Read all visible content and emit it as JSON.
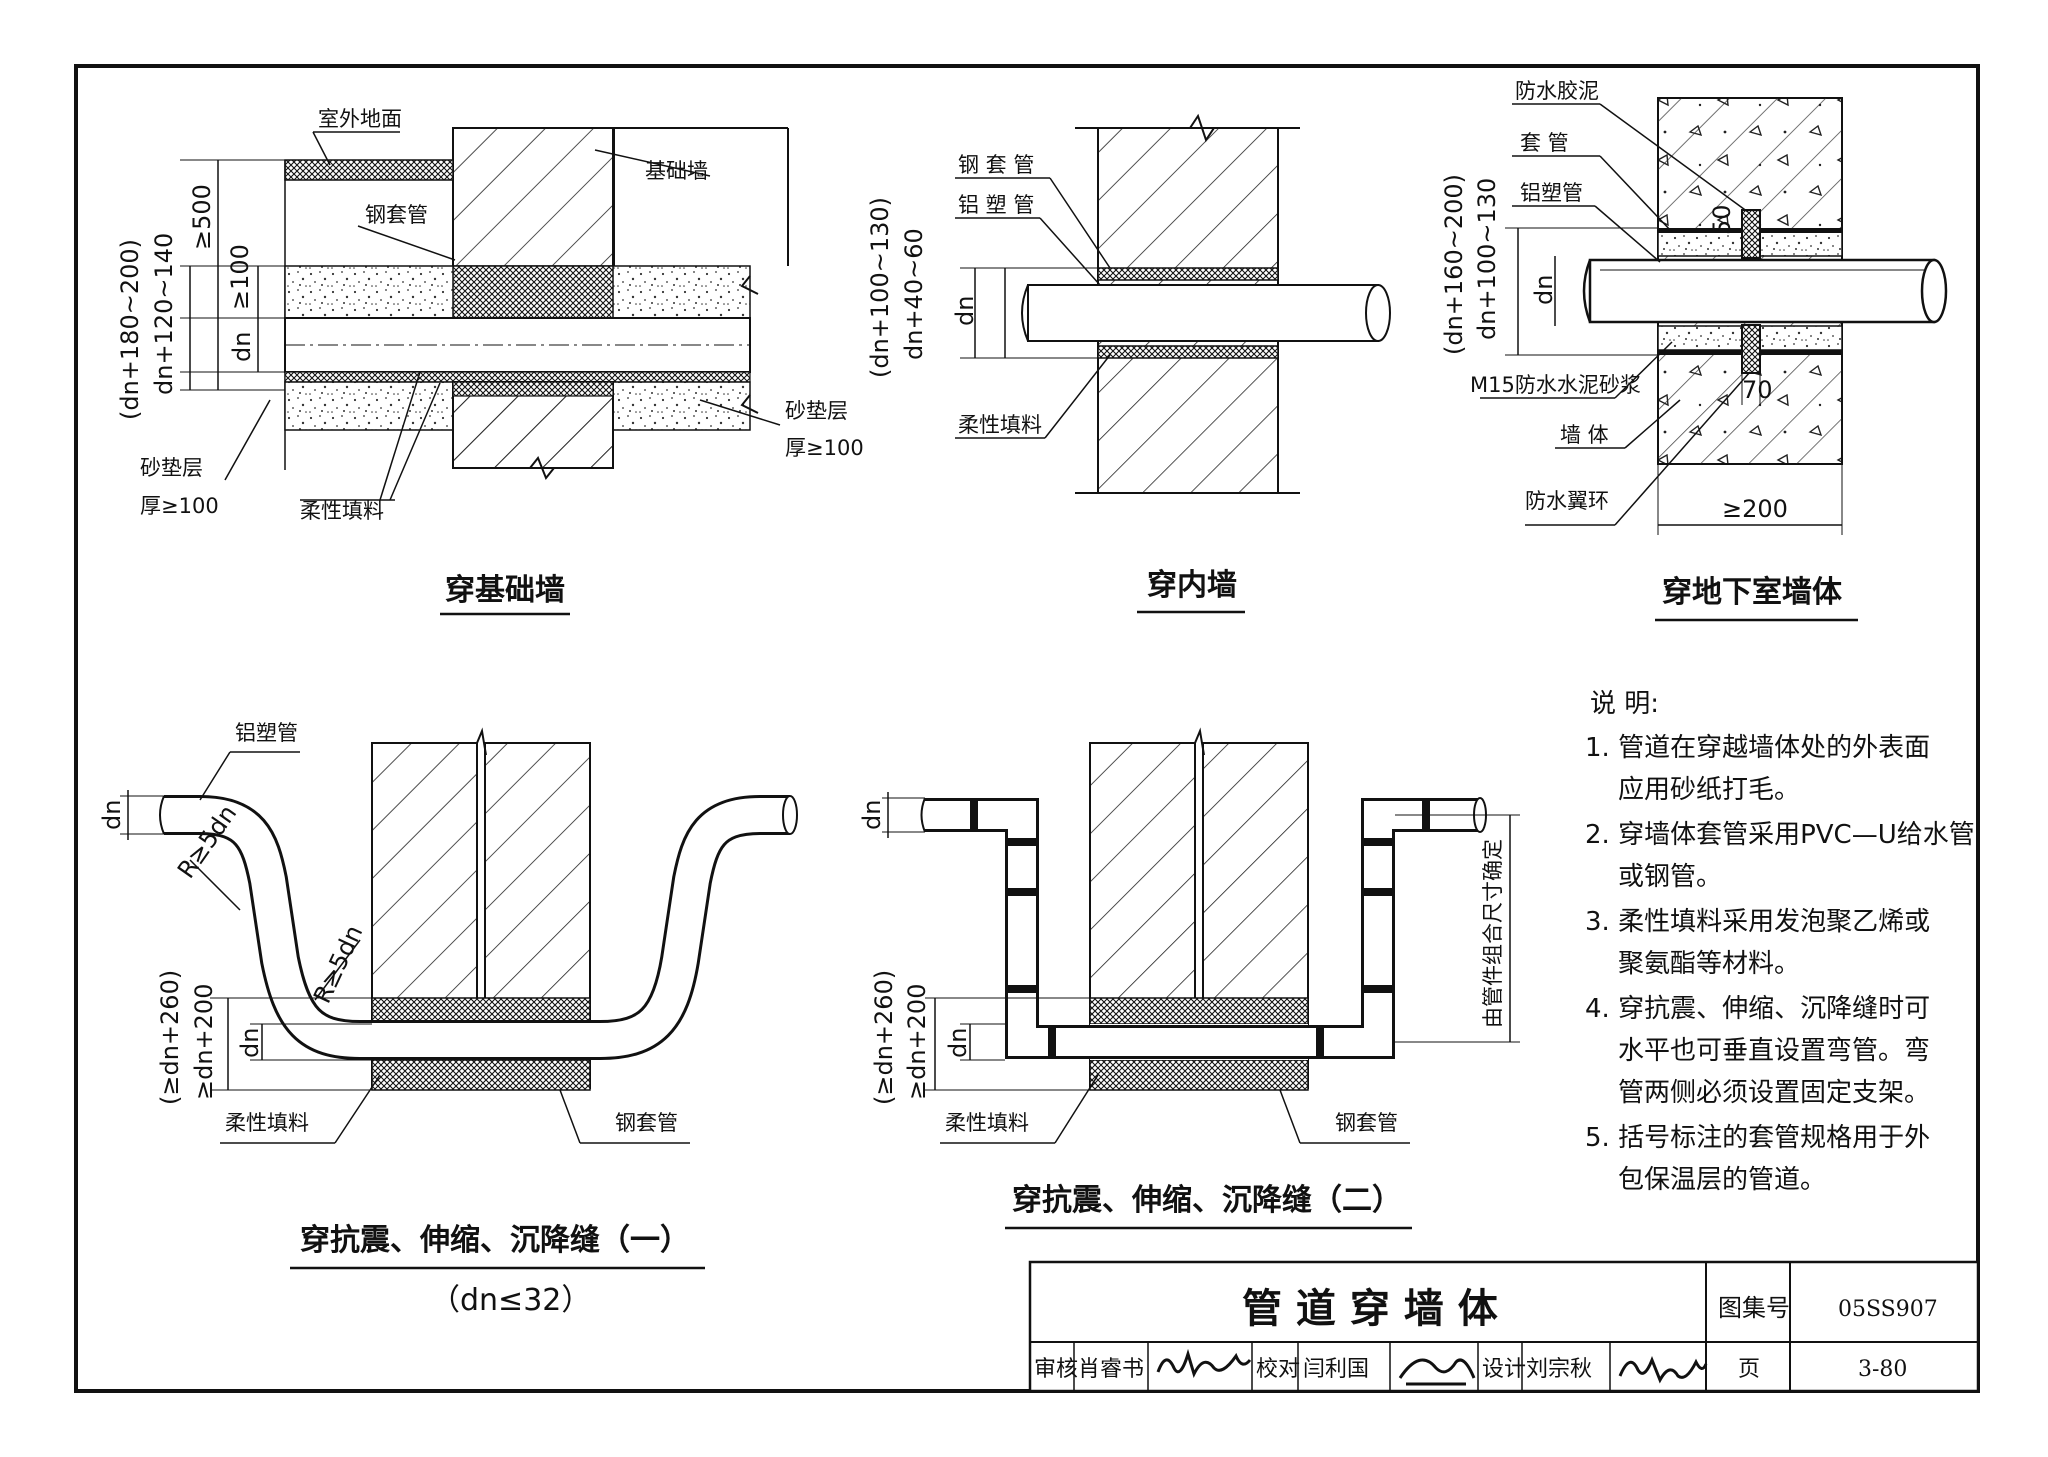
{
  "views": {
    "foundation_wall": {
      "title": "穿基础墙",
      "labels": {
        "outdoor_ground": "室外地面",
        "foundation_wall": "基础墙",
        "steel_sleeve": "钢套管",
        "sand_bed_right": "砂垫层",
        "thickness_right": "厚≥100",
        "sand_bed_left": "砂垫层",
        "thickness_left": "厚≥100",
        "flexible_filler": "柔性填料"
      },
      "dims": {
        "ge500": "≥500",
        "ge100": "≥100",
        "dn": "dn",
        "outer": "(dn+180~200)",
        "inner": "dn+120~140"
      }
    },
    "interior_wall": {
      "title": "穿内墙",
      "labels": {
        "steel_sleeve": "钢 套 管",
        "al_plastic_pipe": "铝 塑 管",
        "flexible_filler": "柔性填料"
      },
      "dims": {
        "outer": "(dn+100~130)",
        "inner": "dn+40~60",
        "dn": "dn"
      }
    },
    "basement_wall": {
      "title": "穿地下室墙体",
      "labels": {
        "waterproof_mastic": "防水胶泥",
        "sleeve": "套 管",
        "al_plastic_pipe": "铝塑管",
        "m15_mortar": "M15防水水泥砂浆",
        "wall": "墙 体",
        "waterproof_ring": "防水翼环"
      },
      "dims": {
        "outer": "(dn+160~200)",
        "inner": "dn+100~130",
        "dn": "dn",
        "d50": "50",
        "d70": "70",
        "ge200": "≥200"
      }
    },
    "seismic_joint_1": {
      "title": "穿抗震、伸缩、沉降缝（一）",
      "subtitle": "（dn≤32）",
      "labels": {
        "al_plastic_pipe": "铝塑管",
        "flexible_filler": "柔性填料",
        "steel_sleeve": "钢套管"
      },
      "dims": {
        "dn_top": "dn",
        "r1": "R≥5dn",
        "r2": "R≥5dn",
        "outer": "(≥dn+260)",
        "inner": "≥dn+200",
        "dn": "dn"
      }
    },
    "seismic_joint_2": {
      "title": "穿抗震、伸缩、沉降缝（二）",
      "labels": {
        "flexible_filler": "柔性填料",
        "steel_sleeve": "钢套管",
        "fitting_note": "由管件组合尺寸确定"
      },
      "dims": {
        "dn_top": "dn",
        "outer": "(≥dn+260)",
        "inner": "≥dn+200",
        "dn": "dn"
      }
    }
  },
  "notes": {
    "heading": "说  明:",
    "items": [
      "1. 管道在穿越墙体处的外表面",
      "    应用砂纸打毛。",
      "2. 穿墙体套管采用PVC—U给水管",
      "    或钢管。",
      "3. 柔性填料采用发泡聚乙烯或",
      "    聚氨酯等材料。",
      "4. 穿抗震、伸缩、沉降缝时可",
      "    水平也可垂直设置弯管。弯",
      "    管两侧必须设置固定支架。",
      "5. 括号标注的套管规格用于外",
      "    包保温层的管道。"
    ]
  },
  "title_block": {
    "drawing_title": "管 道 穿 墙 体",
    "atlas_label": "图集号",
    "atlas_no": "05SS907",
    "review_label": "审核",
    "reviewer": "肖睿书",
    "check_label": "校对",
    "checker": "闫利国",
    "design_label": "设计",
    "designer": "刘宗秋",
    "page_label": "页",
    "page_no": "3-80"
  }
}
